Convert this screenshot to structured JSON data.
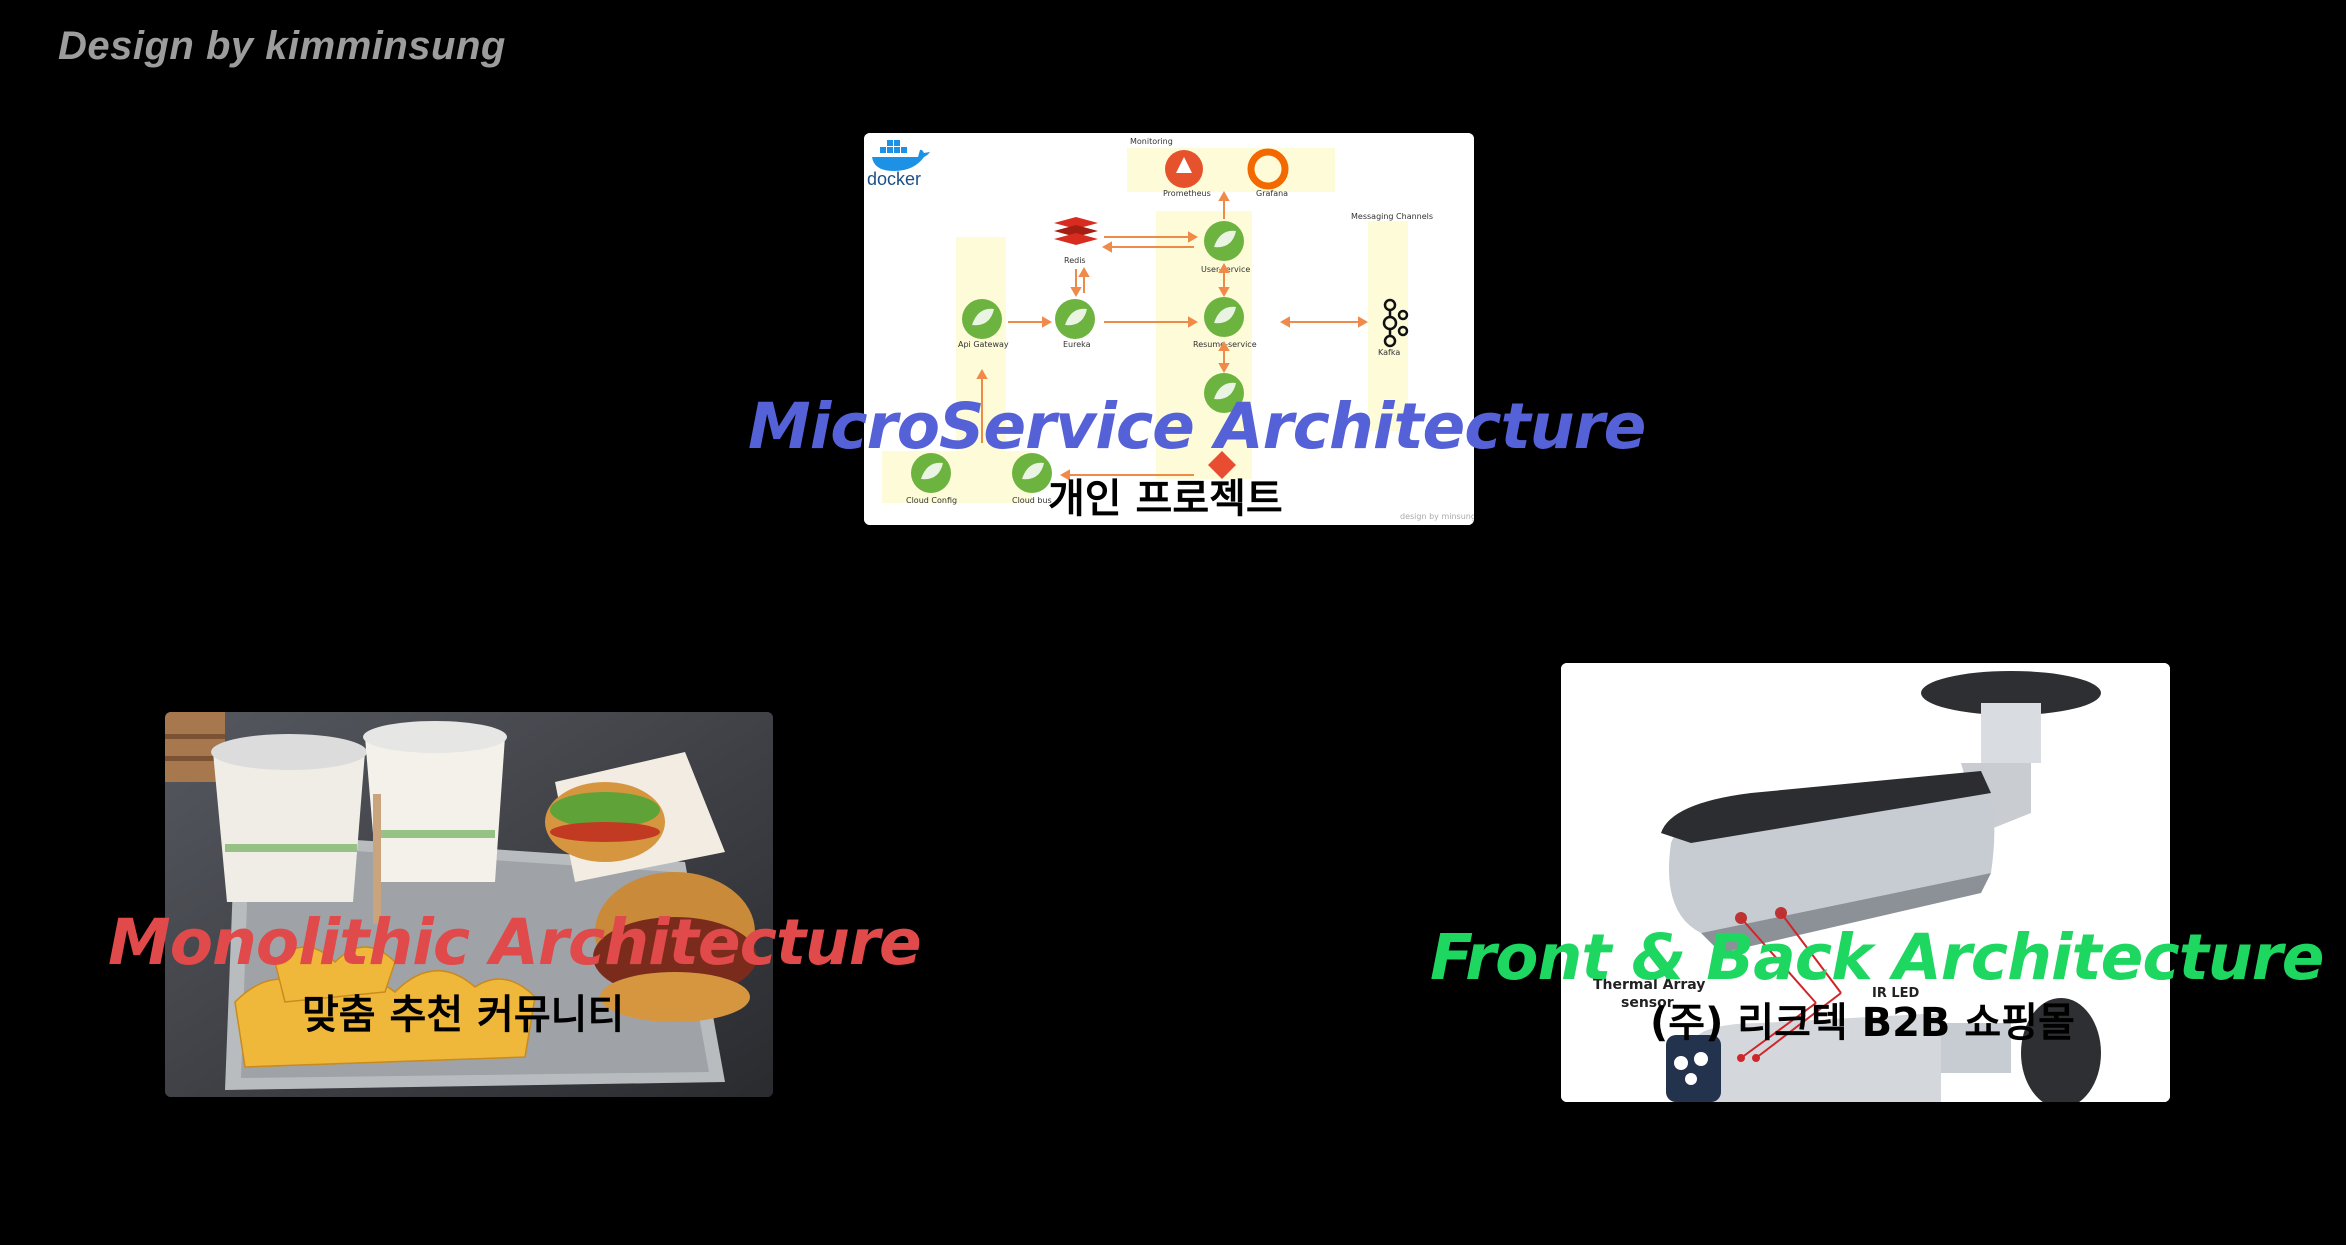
{
  "credit": "Design by kimminsung",
  "projects": {
    "msa": {
      "title": "MicroService Architecture",
      "subtitle": "개인 프로젝트",
      "title_color": "#5561d6",
      "diagram": {
        "docker_label": "docker",
        "monitoring_label": "Monitoring",
        "messaging_label": "Messaging Channels",
        "nodes": {
          "prometheus": "Prometheus",
          "grafana": "Grafana",
          "redis": "Redis",
          "user_service": "User-service",
          "api_gateway": "Api Gateway",
          "eureka": "Eureka",
          "resume_service": "Resume-service",
          "kafka": "Kafka",
          "cloud_config": "Cloud Config",
          "cloud_bus": "Cloud bus"
        },
        "footer": "design by minsung"
      }
    },
    "monolithic": {
      "title": "Monolithic Architecture",
      "subtitle": "맞춤 추천 커뮤니티",
      "title_color": "#e04a4a"
    },
    "frontback": {
      "title": "Front & Back Architecture",
      "subtitle": "(주) 리크텍 B2B 쇼핑몰",
      "title_color": "#1ed760",
      "image_labels": {
        "thermal": "Thermal Array",
        "sensor": "sensor",
        "ir_led": "IR LED"
      }
    }
  }
}
